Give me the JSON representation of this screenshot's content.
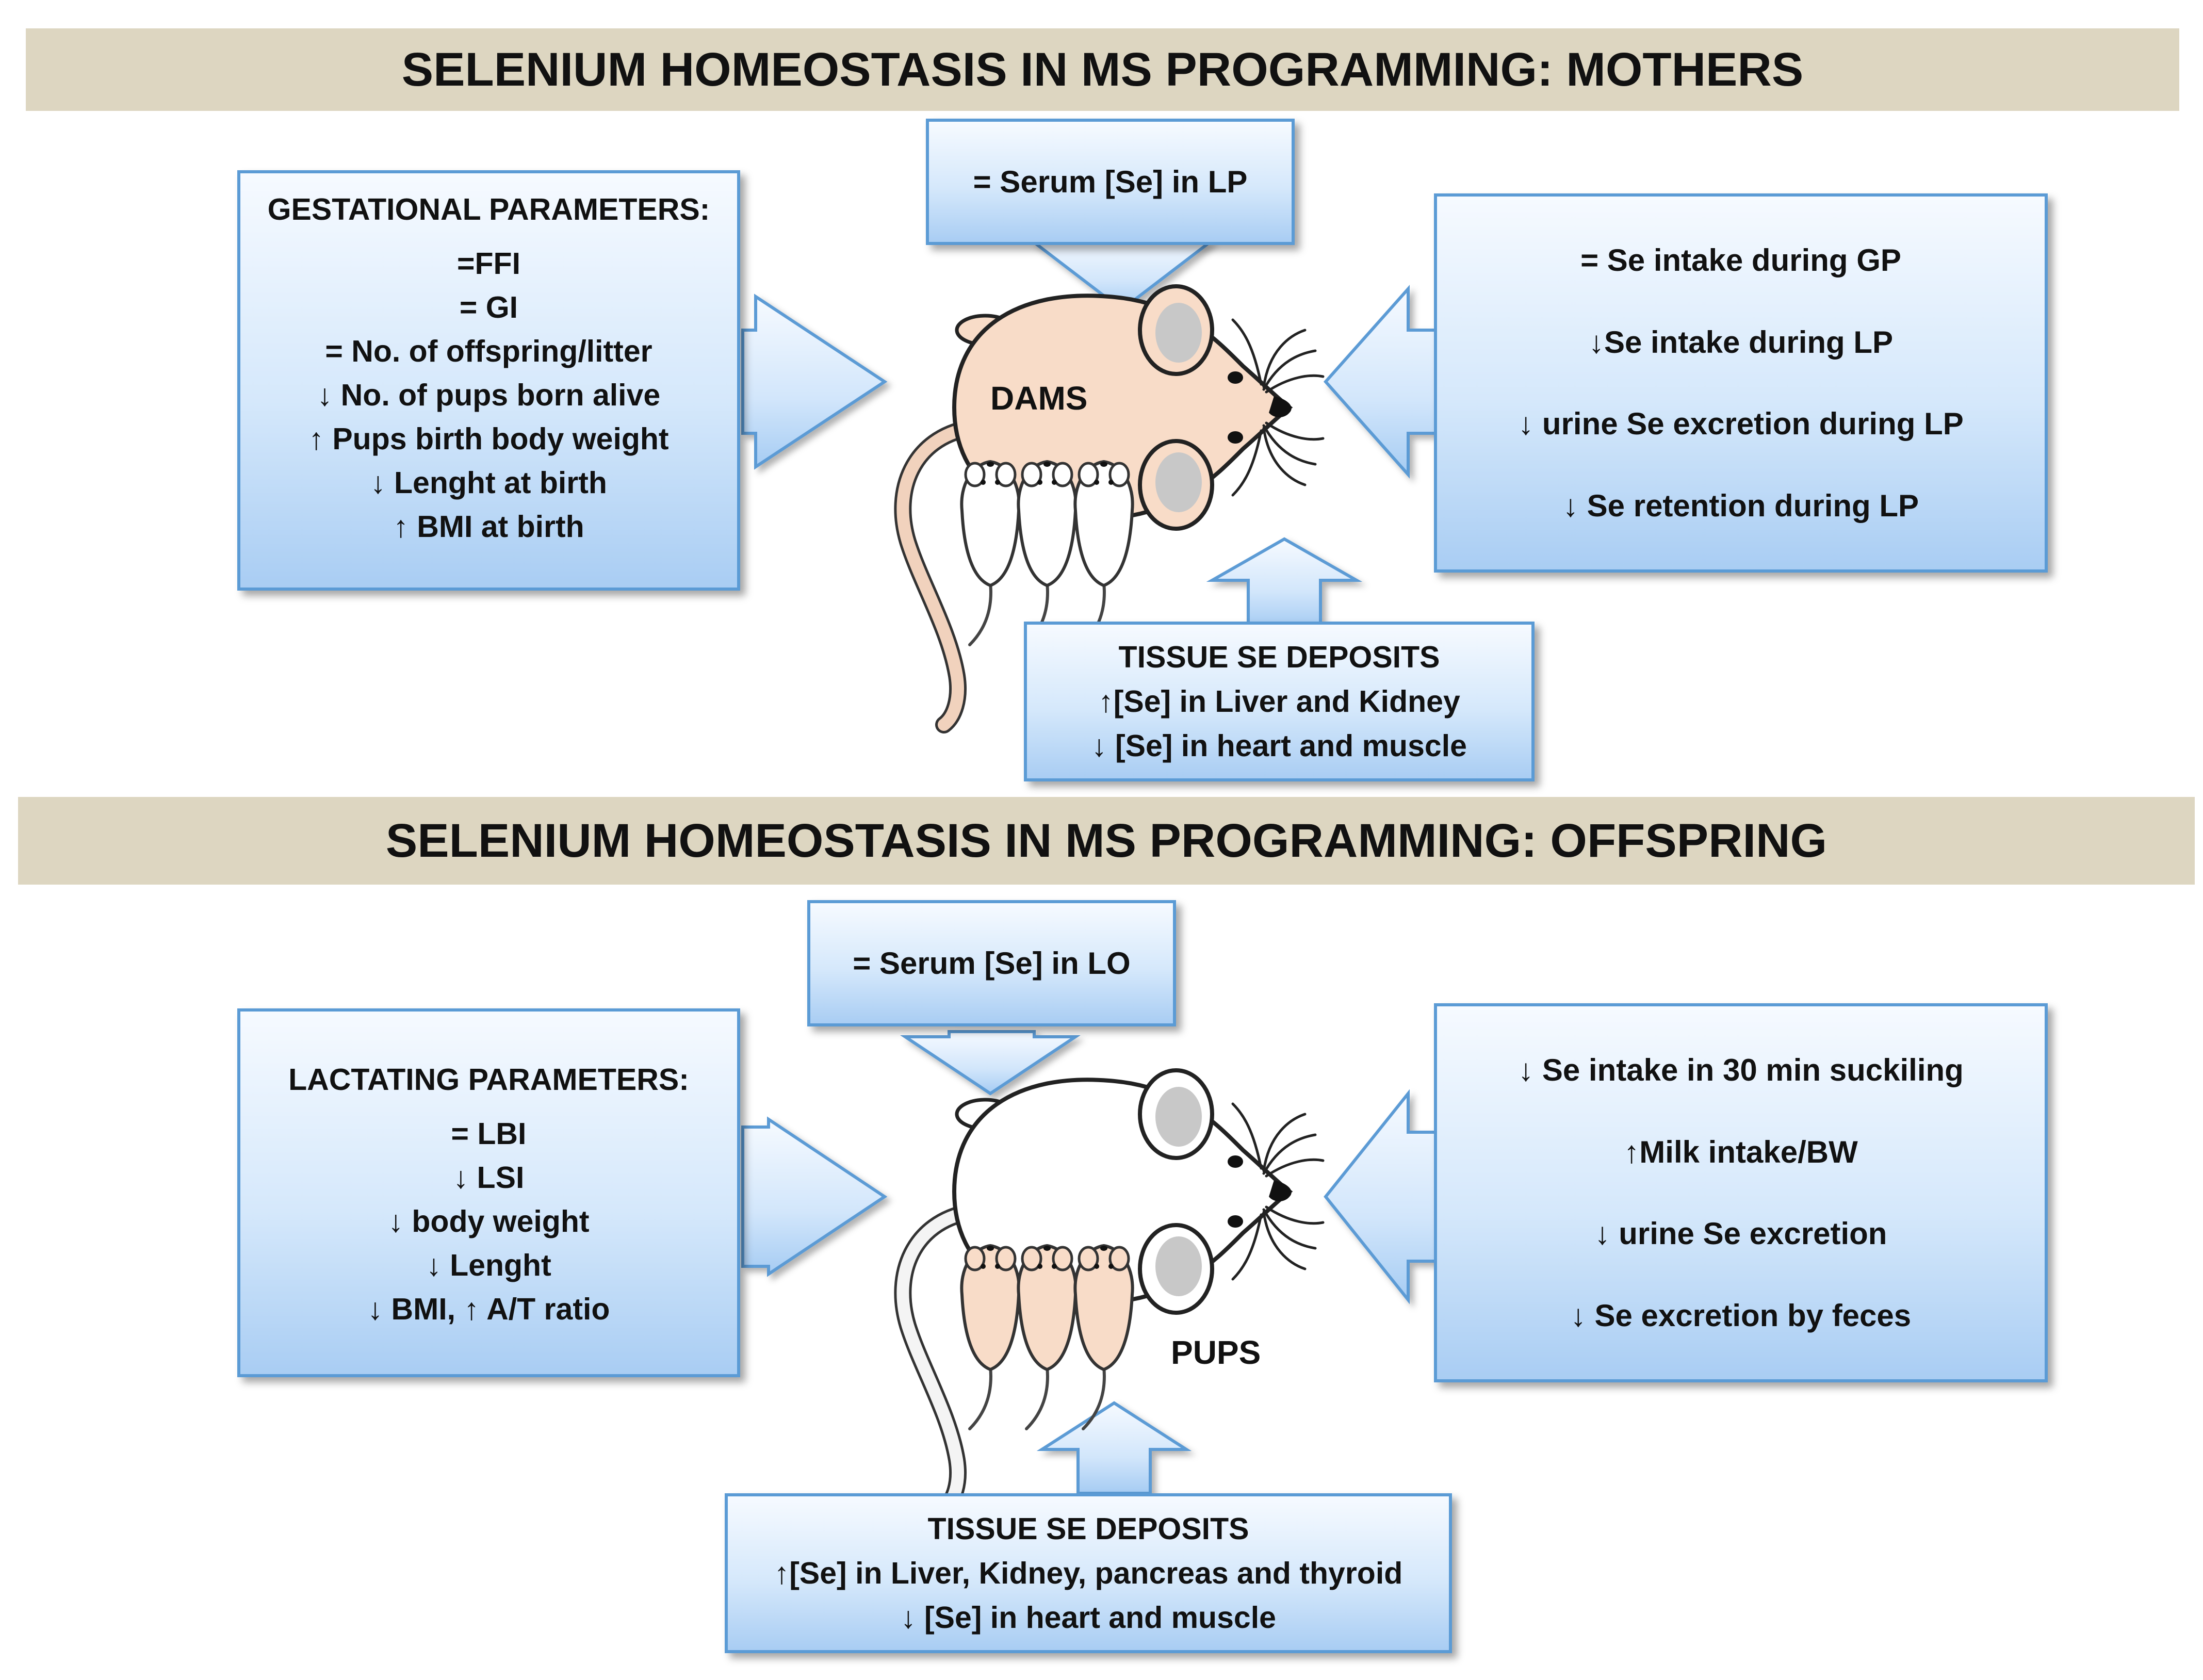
{
  "mothers": {
    "title": "SELENIUM HOMEOSTASIS IN MS PROGRAMMING: MOTHERS",
    "animal_label": "DAMS",
    "left_box": {
      "heading": "GESTATIONAL PARAMETERS:",
      "lines": [
        "=FFI",
        "= GI",
        "= No. of offspring/litter",
        "↓  No. of pups born alive",
        "↑ Pups birth body weight",
        "↓   Lenght at birth",
        "↑ BMI at birth"
      ]
    },
    "top_box": {
      "text": "= Serum [Se] in LP"
    },
    "right_box": {
      "lines": [
        "= Se intake during GP",
        "↓Se intake during LP",
        "↓ urine Se excretion during  LP",
        "↓ Se retention during  LP"
      ]
    },
    "bottom_box": {
      "lines": [
        "TISSUE SE DEPOSITS",
        "↑[Se] in Liver and Kidney",
        "↓ [Se] in heart and muscle"
      ]
    }
  },
  "offspring": {
    "title": "SELENIUM HOMEOSTASIS IN MS PROGRAMMING: OFFSPRING",
    "animal_label": "PUPS",
    "left_box": {
      "heading": "LACTATING PARAMETERS:",
      "lines": [
        "= LBI",
        "↓  LSI",
        "↓  body weight",
        "↓  Lenght",
        "↓  BMI, ↑ A/T ratio"
      ]
    },
    "top_box": {
      "text": "= Serum [Se] in LO"
    },
    "right_box": {
      "lines": [
        "↓  Se intake in 30 min suckiling",
        "↑Milk intake/BW",
        "↓  urine Se excretion",
        "↓  Se excretion by feces"
      ]
    },
    "bottom_box": {
      "lines": [
        "TISSUE SE DEPOSITS",
        "↑[Se] in Liver, Kidney, pancreas and thyroid",
        "↓ [Se] in heart and muscle"
      ]
    }
  },
  "colors": {
    "title_bar": "#ddd6c1",
    "box_border": "#5b9bd5",
    "dam_fill": "#f8dcc8",
    "pup_white": "#ffffff",
    "pup_peach": "#f8dcc8"
  }
}
